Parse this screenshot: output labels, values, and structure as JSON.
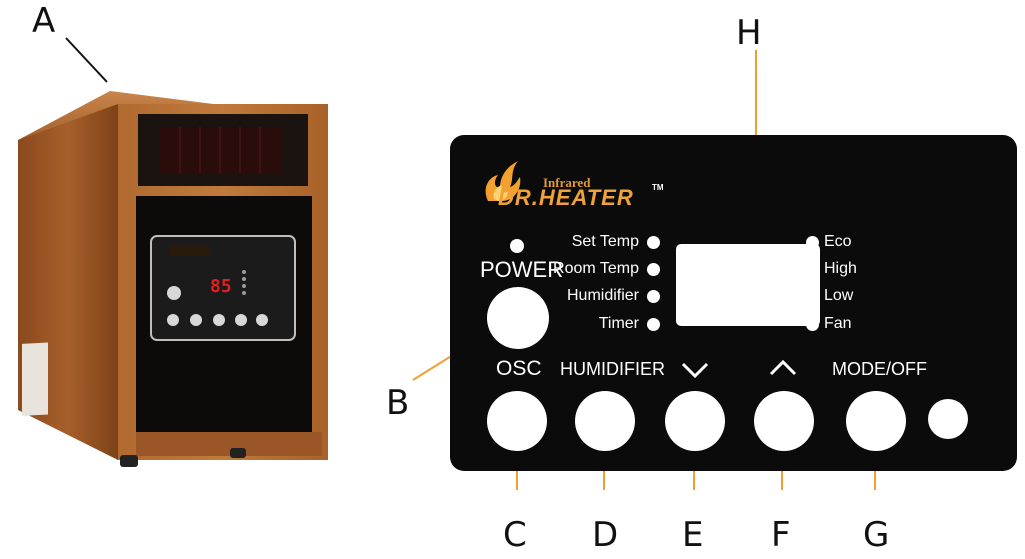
{
  "callouts": {
    "a": "A",
    "b": "B",
    "c": "C",
    "d": "D",
    "e": "E",
    "f": "F",
    "g": "G",
    "h": "H"
  },
  "brand": {
    "infrared": "Infrared",
    "name": "DR.HEATER",
    "tm": "TM"
  },
  "panel": {
    "power_label": "POWER",
    "indicators_left": [
      "Set Temp",
      "Room Temp",
      "Humidifier",
      "Timer"
    ],
    "indicators_right": [
      "Eco",
      "High",
      "Low",
      "Fan"
    ],
    "buttons": {
      "osc": "OSC",
      "humidifier": "HUMIDIFIER",
      "mode_off": "MODE/OFF"
    }
  },
  "heater_display": {
    "digits": "85"
  },
  "colors": {
    "panel_bg": "#0b0b0b",
    "wood": "#9a5a28",
    "leader_line": "#f0a030",
    "brand_orange": "#f0a238",
    "heater_digits": "#e0201c"
  }
}
